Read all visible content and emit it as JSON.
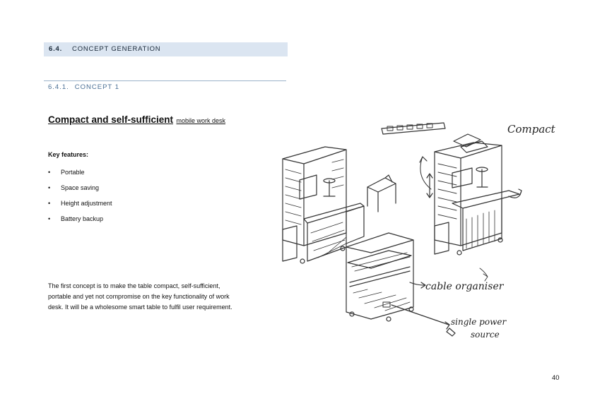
{
  "section": {
    "number": "6.4.",
    "title": "CONCEPT GENERATION"
  },
  "subsection": {
    "number": "6.4.1.",
    "title": "CONCEPT 1"
  },
  "heading": {
    "main": "Compact and self-sufficient",
    "sub": "mobile work desk"
  },
  "key_features": {
    "title": "Key features:",
    "items": [
      "Portable",
      "Space saving",
      "Height adjustment",
      "Battery backup"
    ]
  },
  "description": "The first concept is to make the table compact, self-sufficient, portable and yet not compromise on the key functionality of work desk. It will be a wholesome smart table to fulfil user requirement.",
  "sketch": {
    "label_compact": "Compact",
    "label_cable": "cable organiser",
    "label_power_1": "single power",
    "label_power_2": "source"
  },
  "page_number": "40"
}
